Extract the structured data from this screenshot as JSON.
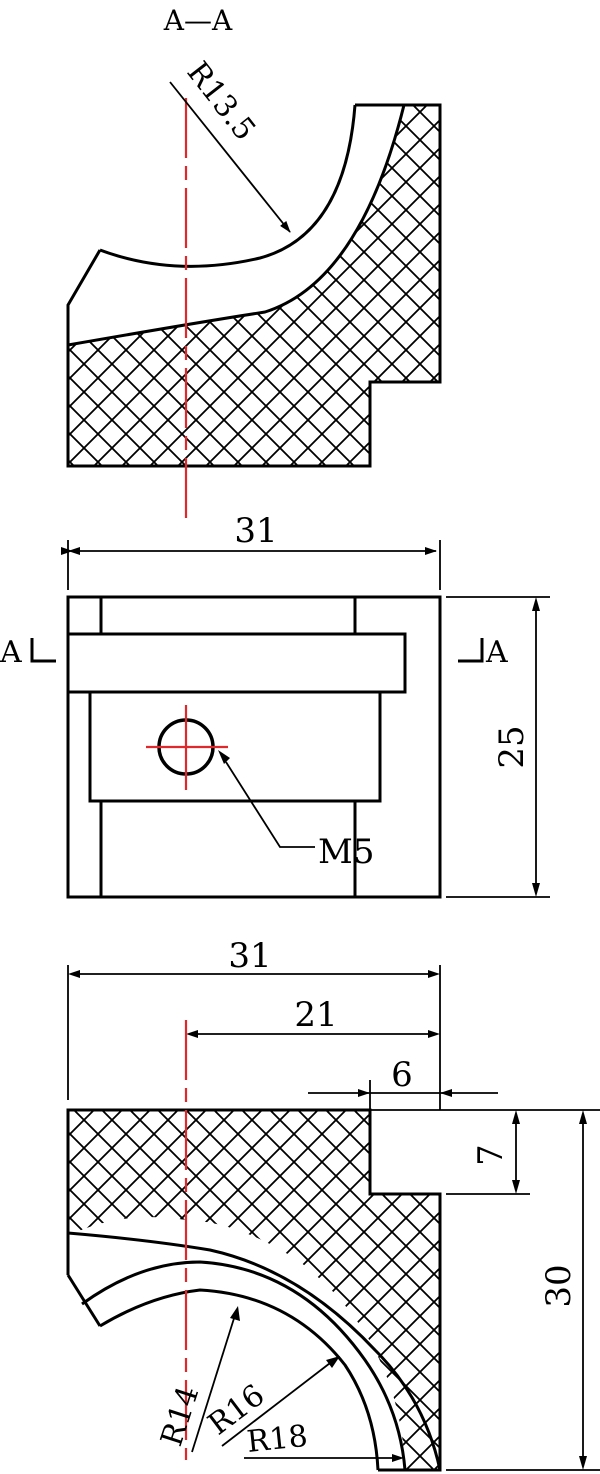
{
  "section_title": "A—A",
  "labels": {
    "section_radius": "R13.5",
    "width_top": "31",
    "height_mid": "25",
    "thread": "M5",
    "cut_left": "A",
    "cut_right": "A",
    "width_bottom": "31",
    "offset_bottom": "21",
    "step_width": "6",
    "step_height": "7",
    "height_bottom": "30",
    "radius_inner": "R14",
    "radius_mid": "R16",
    "radius_outer": "R18"
  },
  "colors": {
    "lines": "#000000",
    "centerline": "#e0282c",
    "background": "#ffffff"
  }
}
